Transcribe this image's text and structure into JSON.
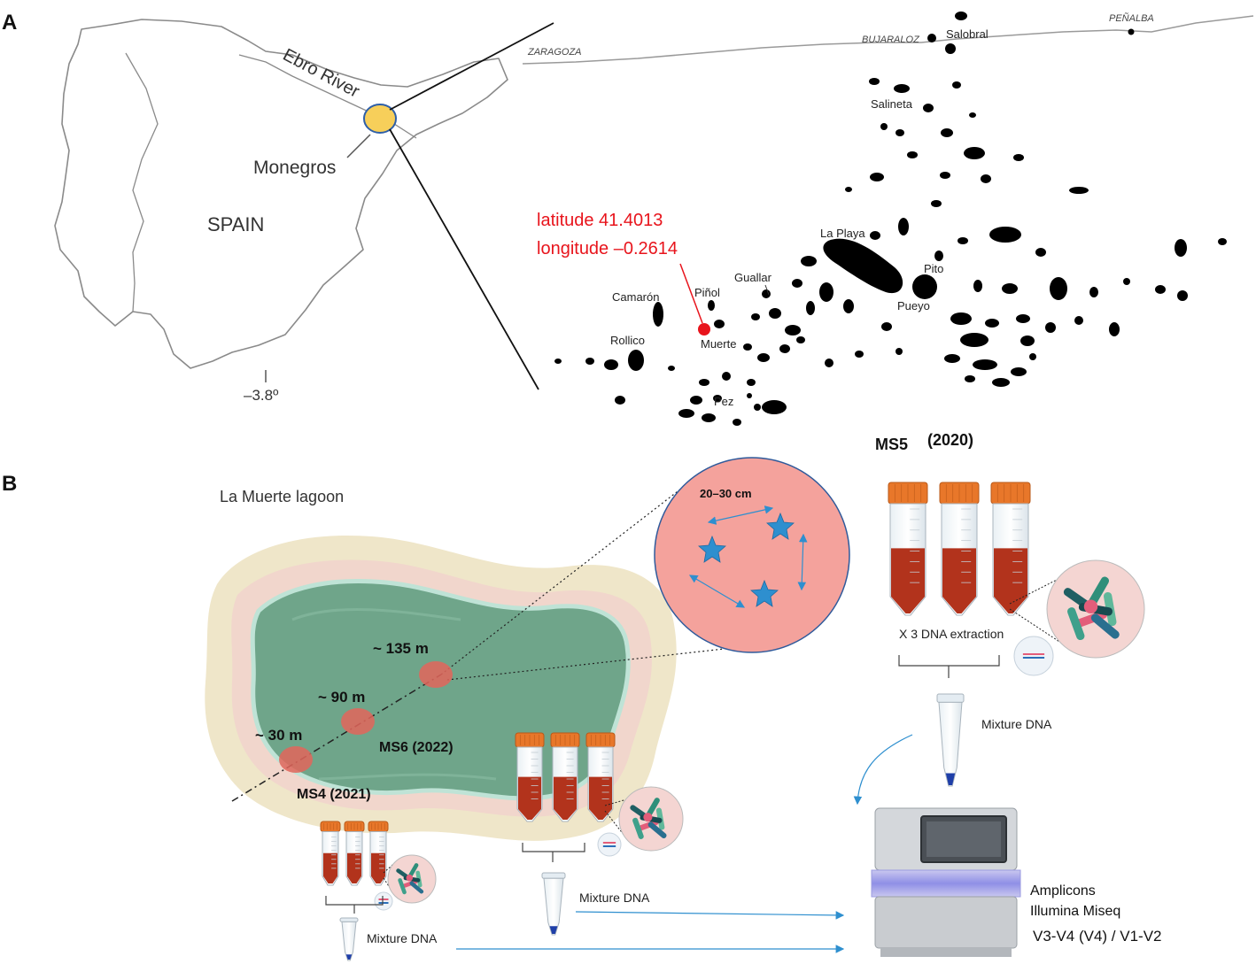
{
  "panel_a": {
    "letter": "A",
    "map_labels": {
      "ebro_river": "Ebro River",
      "monegros": "Monegros",
      "spain": "SPAIN",
      "longitude_tick": "–3.8º"
    },
    "towns": {
      "zaragoza": "ZARAGOZA",
      "bujaraloz": "BUJARALOZ",
      "penalba": "PEÑALBA",
      "salobral": "Salobral"
    },
    "coordinates": {
      "latitude": "latitude 41.4013",
      "longitude": "longitude –0.2614"
    },
    "lagoons": {
      "salineta": "Salineta",
      "la_playa": "La Playa",
      "pito": "Pito",
      "guallar": "Guallar",
      "pinol": "Piñol",
      "camaron": "Camarón",
      "pueyo": "Pueyo",
      "rollico": "Rollico",
      "muerte": "Muerte",
      "pez": "Pez"
    },
    "colors": {
      "coordinate_text": "#e8141c",
      "lagoon_fill": "#000000",
      "highlight": "#f7cf5a"
    }
  },
  "panel_b": {
    "letter": "B",
    "lagoon_title": "La Muerte  lagoon",
    "distances": {
      "d30": "~ 30 m",
      "d90": "~ 90 m",
      "d135": "~ 135 m"
    },
    "samples": {
      "ms4": "MS4 (2021)",
      "ms6": "MS6 (2022)",
      "ms5": "MS5",
      "ms5_year": "(2020)"
    },
    "plot_size": "20–30 cm",
    "extraction": "X 3 DNA extraction",
    "mixture_dna": "Mixture DNA",
    "sequencing": {
      "line1": "Amplicons",
      "line2": "Illumina Miseq",
      "line3": "V3-V4 (V4) / V1-V2"
    },
    "colors": {
      "water": "#6fa58a",
      "shore": "#efe6c9",
      "plot": "#f4a29c",
      "star": "#2e8fcf",
      "tube_cap": "#e8772a",
      "sediment": "#b2331c"
    }
  }
}
